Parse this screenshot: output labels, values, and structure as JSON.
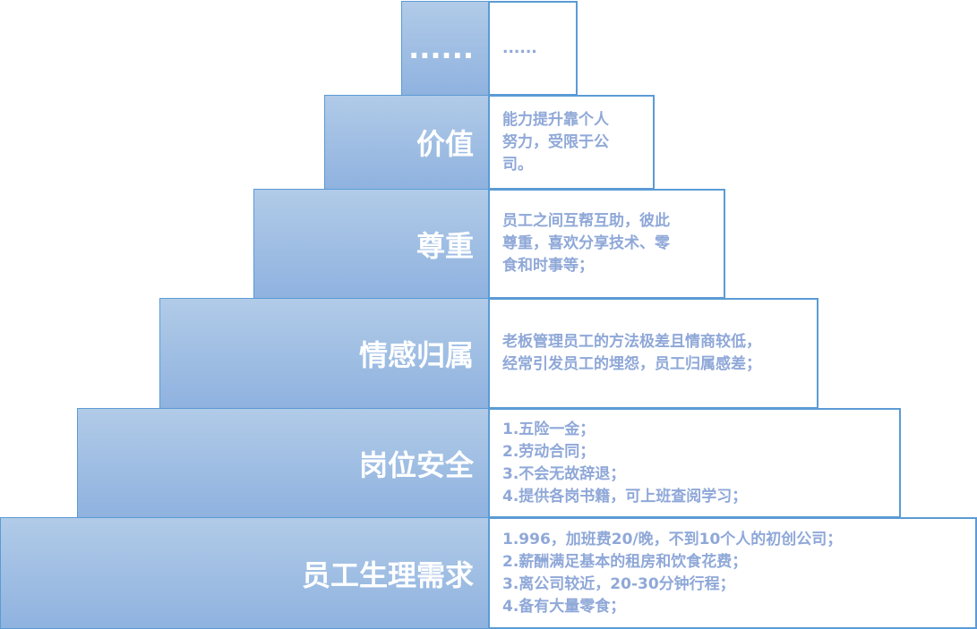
{
  "levels": [
    {
      "label": "......",
      "text": "......"
    },
    {
      "label": "价值",
      "text": "能力提升靠个人\n努力，受限于公\n司。"
    },
    {
      "label": "尊重",
      "text": "员工之间互帮互助，彼此\n尊重，喜欢分享技术、零\n食和时事等；"
    },
    {
      "label": "情感归属",
      "text": "老板管理员工的方法极差且情商较低，\n经常引发员工的埋怨，员工归属感差；"
    },
    {
      "label": "岗位安全",
      "text": "1.五险一金；\n2.劳动合同；\n3.不会无故辞退；\n4.提供各岗书籍，可上班查阅学习；"
    },
    {
      "label": "员工生理需求",
      "text": "1.996，加班费20/晚，不到10个人的初创公司；\n2.薪酬满足基本的租房和饮食花费；\n3.离公司较近，20-30分钟行程；\n4.备有大量零食；"
    }
  ],
  "colors": {
    "border": "#5b9bd5",
    "text": "#8fa8d8"
  }
}
